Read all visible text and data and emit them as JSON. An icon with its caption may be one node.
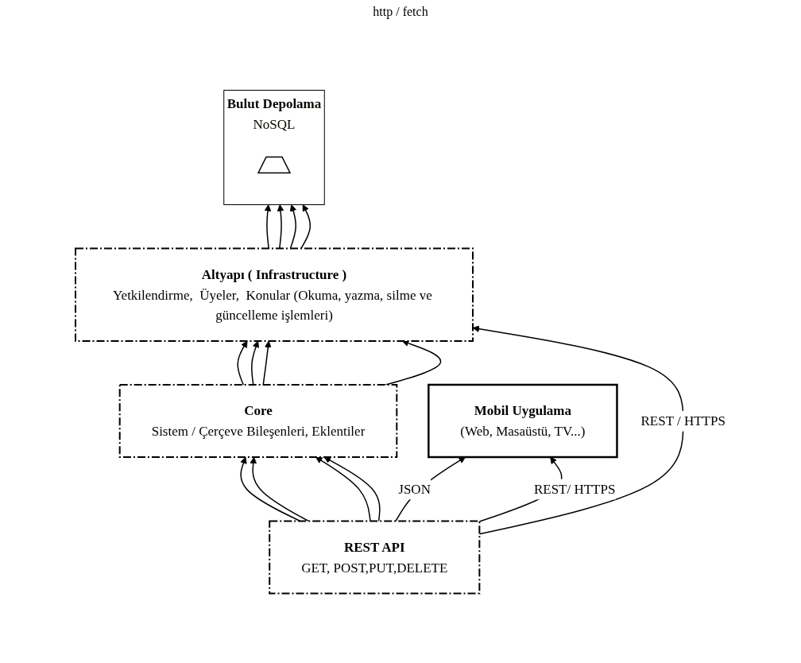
{
  "diagram": {
    "nodes": [
      {
        "text": [
          "Bulut Depolama",
          "NoSQL"
        ]
      },
      {
        "text": [],
        "shape": "trapezoid",
        "in": 0
      },
      {
        "text": [
          "Altyapı ( Infrastructure )",
          "Yetkilendirme,  Üyeler,  Konular (Okuma, yazma, silme ve güncelleme işlemleri)"
        ]
      },
      {
        "text": [
          "Core",
          "Sistem / Çerçeve Bileşenleri, Eklentiler"
        ]
      },
      {
        "text": [
          "REST API",
          "GET, POST,PUT,DELETE"
        ]
      },
      {
        "text": [
          "Mobil Uygulama",
          "(Web,  Masaüstü,  TV...)"
        ]
      }
    ],
    "edges": [
      {
        "from": 2,
        "to": 0,
        "arrow": "to"
      },
      {
        "from": 2,
        "to": 0,
        "arrow": "to"
      },
      {
        "from": 2,
        "to": 0,
        "arrow": "to"
      },
      {
        "from": 2,
        "to": 0,
        "arrow": "to"
      },
      {
        "from": 3,
        "to": 2,
        "arrow": "to"
      },
      {
        "from": 3,
        "to": 2,
        "arrow": "to"
      },
      {
        "from": 3,
        "to": 2,
        "arrow": "to"
      },
      {
        "from": 3,
        "to": 2,
        "arrow": "to"
      },
      {
        "from": 4,
        "to": 3,
        "arrow": "to"
      },
      {
        "from": 4,
        "to": 3,
        "arrow": "to"
      },
      {
        "from": 4,
        "to": 3,
        "arrow": "to"
      },
      {
        "from": 4,
        "to": 3,
        "arrow": "to"
      },
      {
        "from": 4,
        "to": 2,
        "arrow": "to",
        "label": "REST / HTTPS"
      },
      {
        "from": 4,
        "to": 5,
        "arrow": "to",
        "label": "JSON"
      },
      {
        "from": 4,
        "to": 5,
        "arrow": "to",
        "label": "REST/ HTTPS"
      }
    ],
    "labels": [
      "http / fetch"
    ]
  }
}
